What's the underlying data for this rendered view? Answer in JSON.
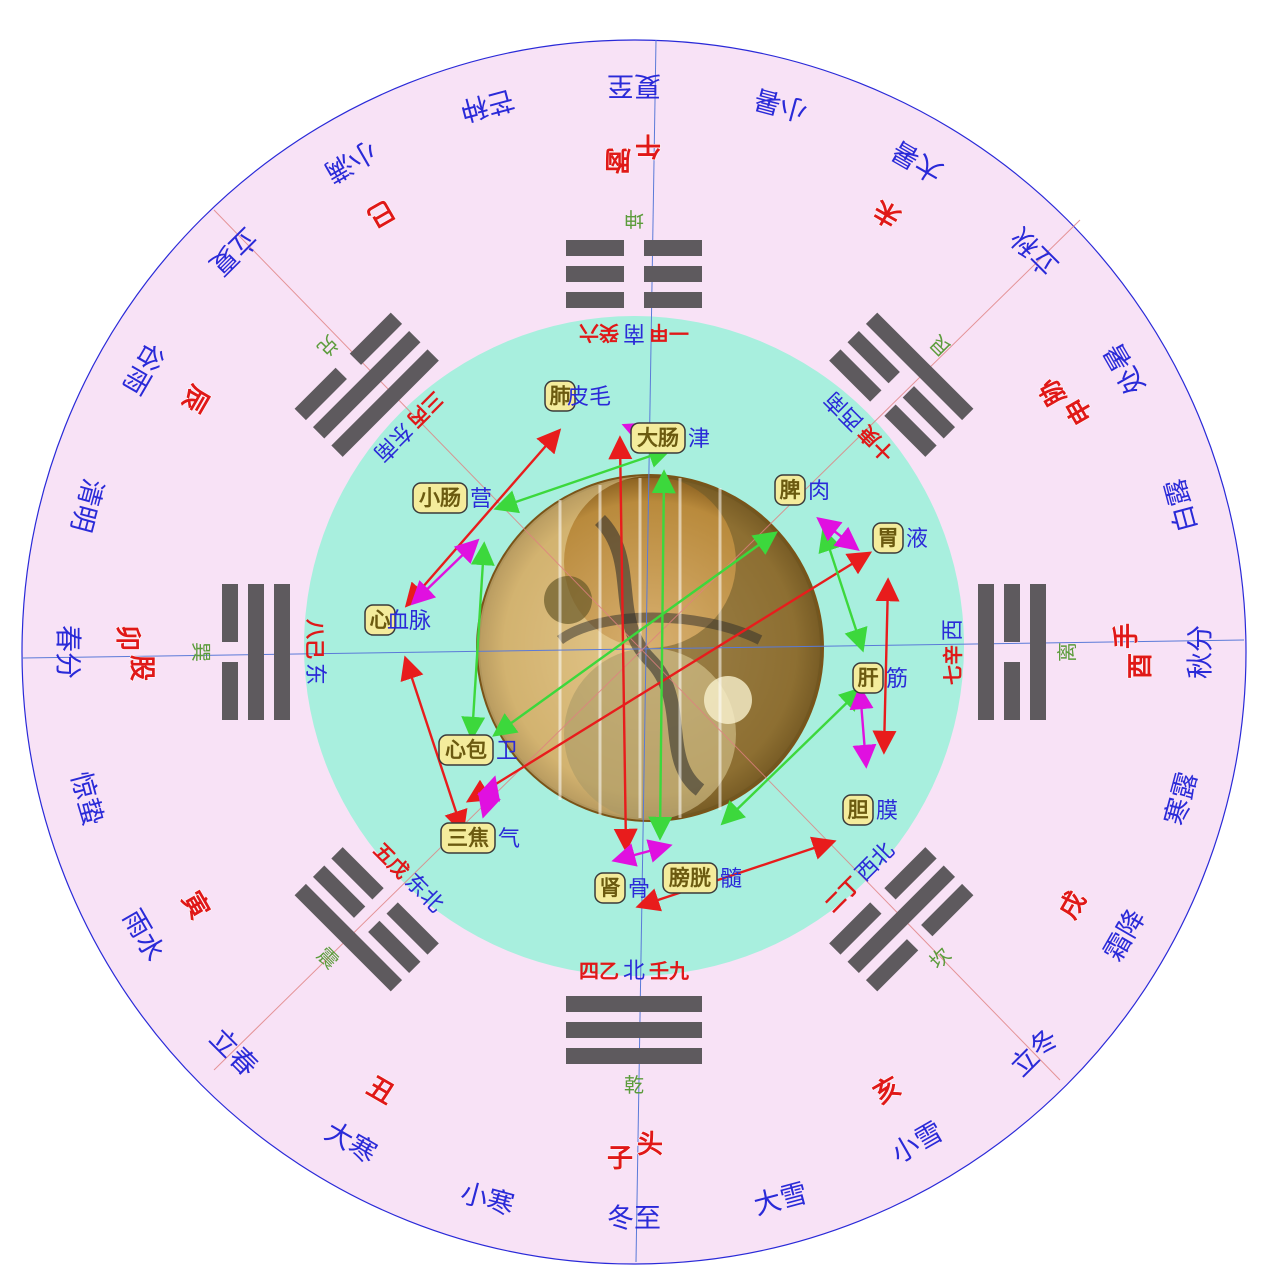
{
  "colors": {
    "outer_ring": "#f8e2f6",
    "middle_ring": "#a8efde",
    "term_text": "#2a2ad8",
    "zodiac_red": "#e01818",
    "trigram_bar": "#5e5a5e",
    "trigram_label": "#5c9c3c",
    "arrow_red": "#e81c1c",
    "arrow_green": "#3cd83c",
    "arrow_magenta": "#e010e0"
  },
  "solar_terms": [
    "冬至",
    "小寒",
    "大寒",
    "立春",
    "雨水",
    "惊蛰",
    "春分",
    "清明",
    "谷雨",
    "立夏",
    "小满",
    "芒种",
    "夏至",
    "小暑",
    "大暑",
    "立秋",
    "处暑",
    "白露",
    "秋分",
    "寒露",
    "霜降",
    "立冬",
    "小雪",
    "大雪"
  ],
  "branches_outer": [
    {
      "label": "子",
      "glyph": "头"
    },
    {
      "label": "丑",
      "glyph": ""
    },
    {
      "label": "寅",
      "glyph": ""
    },
    {
      "label": "卯",
      "glyph": "股"
    },
    {
      "label": "辰",
      "glyph": ""
    },
    {
      "label": "巳",
      "glyph": ""
    },
    {
      "label": "午",
      "glyph": "胸"
    },
    {
      "label": "未",
      "glyph": ""
    },
    {
      "label": "申",
      "glyph": "胁"
    },
    {
      "label": "酉",
      "glyph": "手"
    },
    {
      "label": "戌",
      "glyph": ""
    },
    {
      "label": "亥",
      "glyph": ""
    }
  ],
  "trigrams": [
    {
      "name": "乾",
      "direction": "北",
      "stem": "四乙",
      "extra": "壬九",
      "lines": [
        1,
        1,
        1
      ]
    },
    {
      "name": "震",
      "direction": "东北",
      "stem": "五戊",
      "extra": "",
      "lines": [
        1,
        0,
        0
      ]
    },
    {
      "name": "巽",
      "direction": "东",
      "stem": "八己",
      "extra": "",
      "lines": [
        0,
        1,
        1
      ]
    },
    {
      "name": "兑",
      "direction": "东南",
      "stem": "三丙",
      "extra": "",
      "lines": [
        0,
        1,
        1
      ]
    },
    {
      "name": "坤",
      "direction": "南",
      "stem": "一甲",
      "extra": "癸六",
      "lines": [
        0,
        0,
        0
      ]
    },
    {
      "name": "艮",
      "direction": "西南",
      "stem": "十庚",
      "extra": "",
      "lines": [
        1,
        0,
        0
      ]
    },
    {
      "name": "离",
      "direction": "西",
      "stem": "七辛",
      "extra": "",
      "lines": [
        1,
        0,
        1
      ]
    },
    {
      "name": "坎",
      "direction": "西北",
      "stem": "二丁",
      "extra": "",
      "lines": [
        0,
        1,
        0
      ]
    }
  ],
  "cardinal_labels": [
    "乾",
    "坎",
    "艮",
    "震",
    "巽",
    "离",
    "坤",
    "兑"
  ],
  "organs": [
    {
      "name": "心",
      "tissue": "血脉"
    },
    {
      "name": "小肠",
      "tissue": "营"
    },
    {
      "name": "肺",
      "tissue": "皮毛"
    },
    {
      "name": "大肠",
      "tissue": "津"
    },
    {
      "name": "脾",
      "tissue": "肉"
    },
    {
      "name": "胃",
      "tissue": "液"
    },
    {
      "name": "肝",
      "tissue": "筋"
    },
    {
      "name": "胆",
      "tissue": "膜"
    },
    {
      "name": "膀胱",
      "tissue": "髓"
    },
    {
      "name": "肾",
      "tissue": "骨"
    },
    {
      "name": "三焦",
      "tissue": "气"
    },
    {
      "name": "心包",
      "tissue": "卫"
    }
  ],
  "center_image": "taiji-figure"
}
